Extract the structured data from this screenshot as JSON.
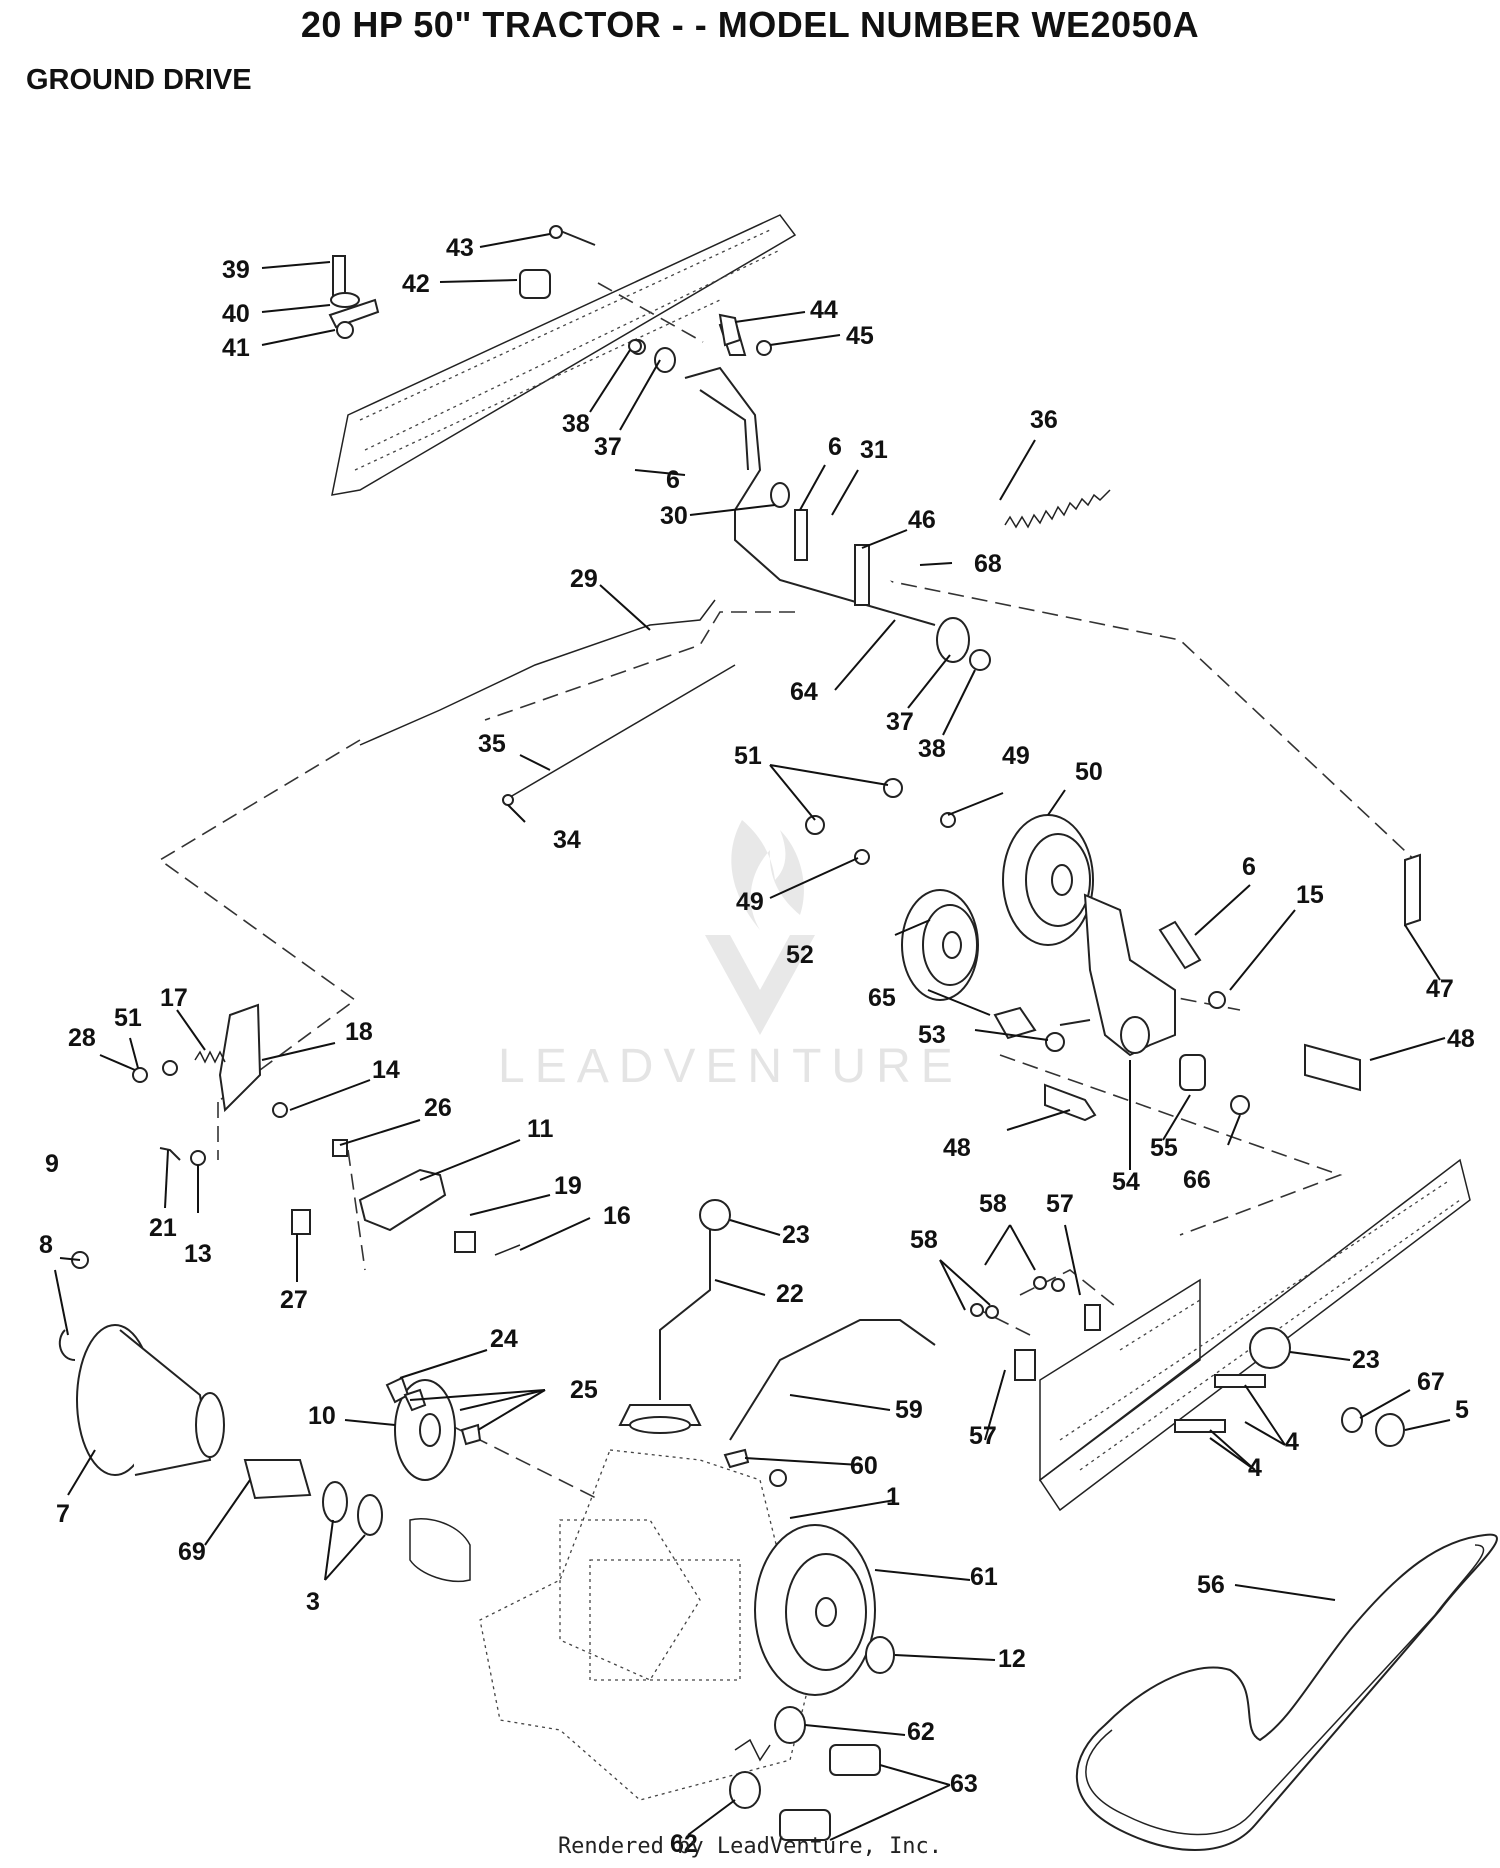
{
  "header": {
    "title": "20 HP 50\" TRACTOR - - MODEL NUMBER WE2050A",
    "section": "GROUND DRIVE"
  },
  "watermark": "LEADVENTURE",
  "footer": "Rendered by LeadVenture, Inc.",
  "callouts": {
    "c39": "39",
    "c40": "40",
    "c41": "41",
    "c43": "43",
    "c42": "42",
    "c44": "44",
    "c45": "45",
    "c38a": "38",
    "c37a": "37",
    "c36": "36",
    "c6a": "6",
    "c6b": "6",
    "c31": "31",
    "c30": "30",
    "c46": "46",
    "c68": "68",
    "c29": "29",
    "c64": "64",
    "c37b": "37",
    "c38b": "38",
    "c35": "35",
    "c34": "34",
    "c51a": "51",
    "c49a": "49",
    "c50": "50",
    "c49b": "49",
    "c52": "52",
    "c6c": "6",
    "c15": "15",
    "c47": "47",
    "c65": "65",
    "c53": "53",
    "c48a": "48",
    "c48b": "48",
    "c54": "54",
    "c55": "55",
    "c66": "66",
    "c17": "17",
    "c51b": "51",
    "c28": "28",
    "c18": "18",
    "c14": "14",
    "c26": "26",
    "c11": "11",
    "c19": "19",
    "c16": "16",
    "c21": "21",
    "c13": "13",
    "c27": "27",
    "c9": "9",
    "c8": "8",
    "c7": "7",
    "c23a": "23",
    "c22": "22",
    "c58a": "58",
    "c57a": "57",
    "c58b": "58",
    "c23b": "23",
    "c67": "67",
    "c5": "5",
    "c4a": "4",
    "c4b": "4",
    "c57b": "57",
    "c24": "24",
    "c25": "25",
    "c10": "10",
    "c59": "59",
    "c60": "60",
    "c1": "1",
    "c69": "69",
    "c3": "3",
    "c61": "61",
    "c56": "56",
    "c12": "12",
    "c62a": "62",
    "c63": "63",
    "c62b": "62"
  }
}
